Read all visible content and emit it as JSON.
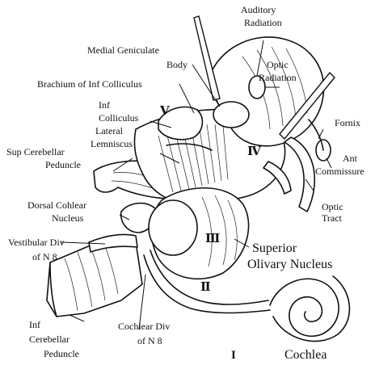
{
  "labels": {
    "auditory_radiation_1": "Auditory",
    "auditory_radiation_2": "Radiation",
    "medial_geniculate": "Medial Geniculate",
    "body": "Body",
    "optic_radiation_1": "Optic",
    "optic_radiation_2": "Radiation",
    "brachium": "Brachium of Inf Colliculus",
    "inf_colliculus_1": "Inf",
    "inf_colliculus_2": "Colliculus",
    "lateral_lemniscus_1": "Lateral",
    "lateral_lemniscus_2": "Lemniscus",
    "fornix": "Fornix",
    "sup_cerebellar_1": "Sup Cerebellar",
    "sup_cerebellar_2": "Peduncle",
    "ant_commissure_1": "Ant",
    "ant_commissure_2": "Commissure",
    "dorsal_cochlear_1": "Dorsal Cohlear",
    "dorsal_cochlear_2": "Nucleus",
    "optic_tract_1": "Optic",
    "optic_tract_2": "Tract",
    "vestibular_div_1": "Vestibular Div",
    "vestibular_div_2": "of N 8",
    "superior_olivary_1": "Superior",
    "superior_olivary_2": "Olivary Nucleus",
    "inf_cerebellar_1": "Inf",
    "inf_cerebellar_2": "Cerebellar",
    "inf_cerebellar_3": "Peduncle",
    "cochlear_div_1": "Cochlear Div",
    "cochlear_div_2": "of N 8",
    "cochlea": "Cochlea"
  },
  "numerals": {
    "I": "I",
    "II": "Ⅱ",
    "III": "Ⅲ",
    "IV": "Ⅳ",
    "V": "Ⅴ"
  }
}
